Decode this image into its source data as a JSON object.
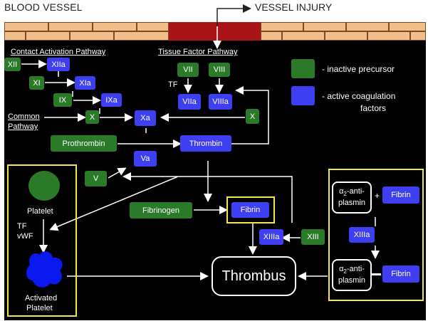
{
  "header": {
    "blood_vessel": "BLOOD VESSEL",
    "vessel_injury": "VESSEL INJURY"
  },
  "pathways": {
    "contact": "Contact Activation Pathway",
    "tissue": "Tissue Factor Pathway",
    "common": "Common",
    "common2": "Pathway"
  },
  "legend": {
    "inactive": "- inactive precursor",
    "active1": "- active coagulation",
    "active2": "factors",
    "inactive_color": "#2a7a2a",
    "active_color": "#3e3ef3"
  },
  "factors": {
    "XII": "XII",
    "XIIa": "XIIa",
    "XI": "XI",
    "XIa": "XIa",
    "IX": "IX",
    "IXa": "IXa",
    "X": "X",
    "Xa": "Xa",
    "X2": "X",
    "VII": "VII",
    "VIII": "VIII",
    "VIIa": "VIIa",
    "VIIIa": "VIIIa",
    "TF": "TF",
    "Prothrombin": "Prothrombin",
    "Thrombin": "Thrombin",
    "V": "V",
    "Va": "Va",
    "Fibrinogen": "Fibrinogen",
    "Fibrin": "Fibrin",
    "XIIIa": "XIIIa",
    "XIII": "XIII"
  },
  "platelet": {
    "platelet": "Platelet",
    "tf": "TF",
    "vwf": "vWF",
    "activated1": "Activated",
    "activated2": "Platelet"
  },
  "thrombus": "Thrombus",
  "fibrinolysis": {
    "anti": "-anti-",
    "alpha": "α",
    "sub": "2",
    "plasmin": "plasmin",
    "plus": "+",
    "fibrin1": "Fibrin",
    "xiiia": "XIIIa",
    "fibrin2": "Fibrin"
  }
}
